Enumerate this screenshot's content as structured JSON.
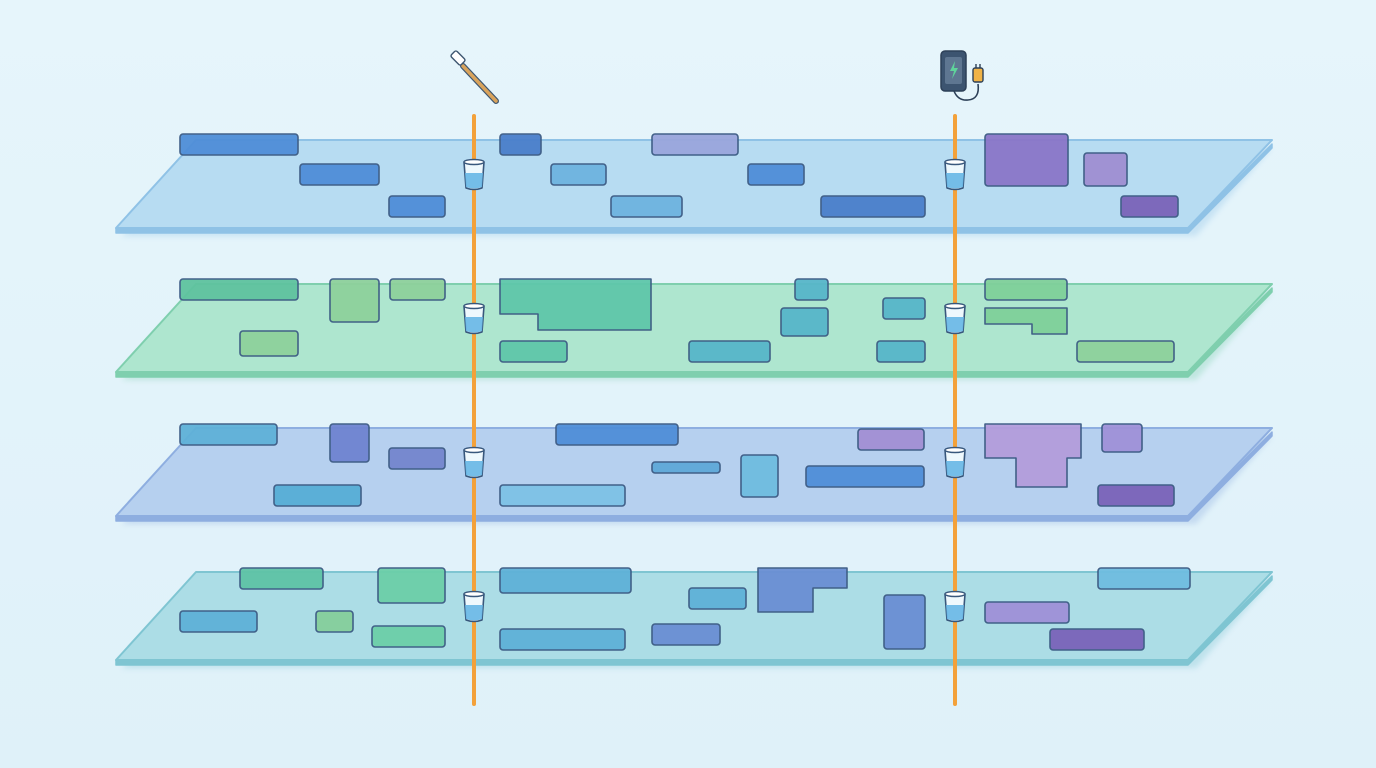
{
  "colors": {
    "background": "#e3f3fa",
    "laser_line": "#f3a13a",
    "laser_glow": "#f9c77a",
    "block_outline": "#3b5a83",
    "cup_outline": "#38577c",
    "cup_water": "#66b6e6"
  },
  "layers": [
    {
      "name": "layer-1",
      "fill": "#b7dcf2",
      "edge": "#8fc2e6",
      "blocks": [
        "#4f8ed8",
        "#4f8ed8",
        "#4f8ed8",
        "#4a7fcb",
        "#6eb3e0",
        "#6eb3e0",
        "#9aa6dc",
        "#4f8ed8",
        "#4a7fcb",
        "#8a76c8",
        "#9f8fd2",
        "#7a63b9"
      ]
    },
    {
      "name": "layer-2",
      "fill": "#aee6cf",
      "edge": "#7fcfae",
      "blocks": [
        "#5fc39f",
        "#8ed19c",
        "#8ed19c",
        "#8ed19c",
        "#5fc7aa",
        "#5fc7aa",
        "#57b6c9",
        "#57b6c9",
        "#57b6c9",
        "#57b6c9",
        "#57b6c9",
        "#7fd09a",
        "#7fd09a",
        "#8ed19c"
      ]
    },
    {
      "name": "layer-3",
      "fill": "#b6d0ef",
      "edge": "#8eaee0",
      "blocks": [
        "#5fb1d8",
        "#6f84d1",
        "#7486ce",
        "#57aed6",
        "#4f8ed8",
        "#7ec2e6",
        "#5fa8d8",
        "#6fbde0",
        "#4f8ed8",
        "#a28fd4",
        "#b39ddc",
        "#9f91d8",
        "#7a63b9"
      ]
    },
    {
      "name": "layer-4",
      "fill": "#acdde6",
      "edge": "#7fc5d2",
      "blocks": [
        "#5fc3a6",
        "#5fb1d8",
        "#86cf9c",
        "#6ccfa8",
        "#6ccfa8",
        "#5fb1d8",
        "#5fb1d8",
        "#5fb1d8",
        "#6a8fd4",
        "#6a8fd4",
        "#6a8fd4",
        "#6fbde0",
        "#9f91d8",
        "#7a63b9"
      ]
    }
  ],
  "markers": [
    {
      "name": "left-marker",
      "icon": "toothbrush-icon"
    },
    {
      "name": "right-marker",
      "icon": "phone-charger-icon"
    }
  ],
  "cup_icon": "water-cup-icon"
}
